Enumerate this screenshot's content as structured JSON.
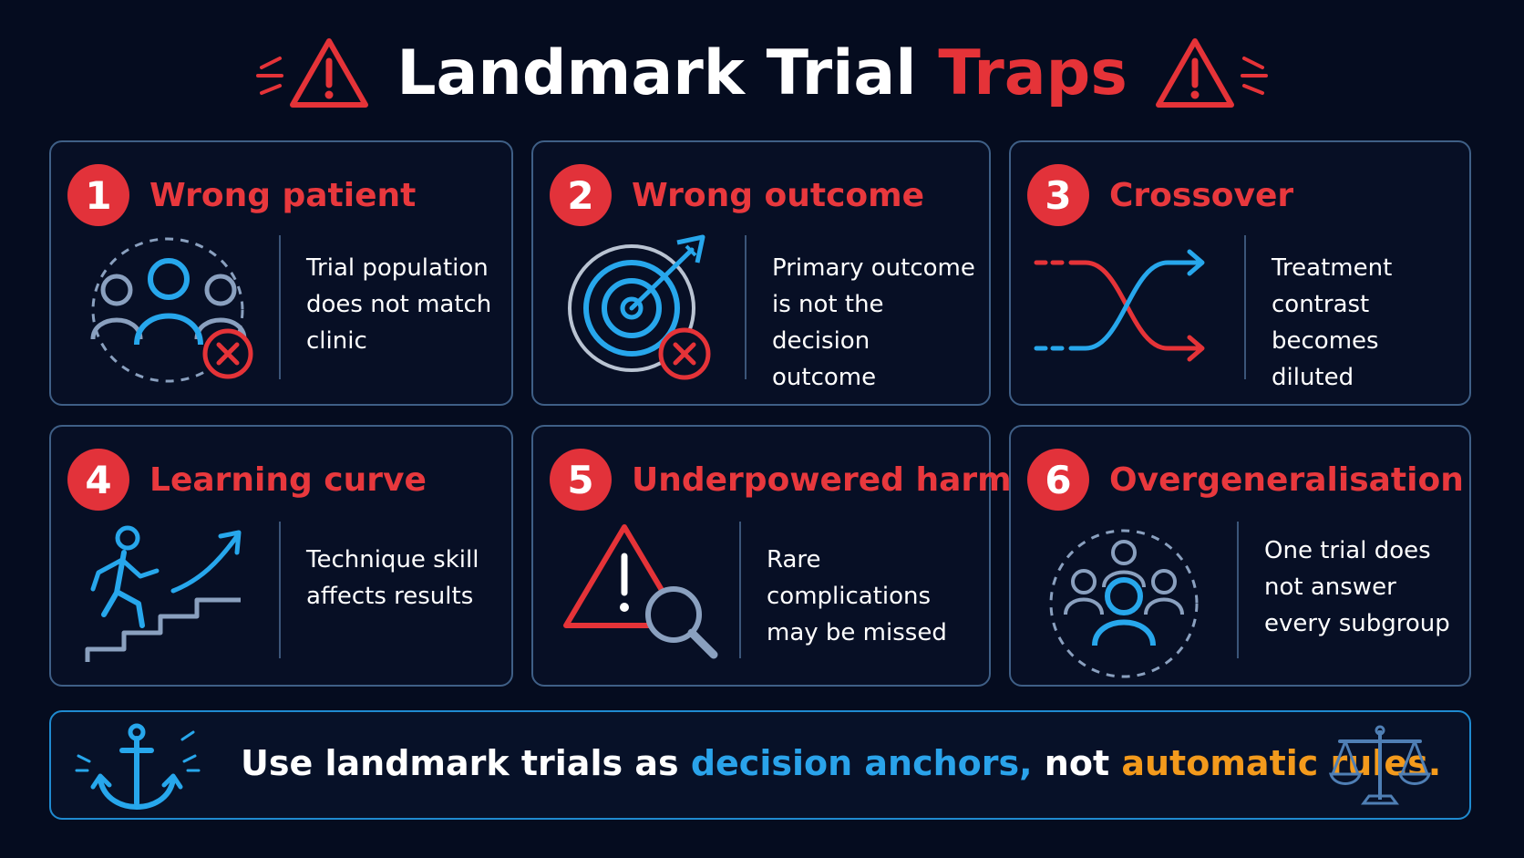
{
  "header": {
    "title_part1": "Landmark Trial",
    "title_part2": "Traps",
    "left_icon": "warning-triangle-icon",
    "right_icon": "warning-triangle-icon"
  },
  "cards": [
    {
      "number": "1",
      "title": "Wrong patient",
      "description": "Trial population does not match clinic",
      "icon": "population-mismatch-icon"
    },
    {
      "number": "2",
      "title": "Wrong outcome",
      "description": "Primary outcome is not the decision outcome",
      "icon": "target-miss-icon"
    },
    {
      "number": "3",
      "title": "Crossover",
      "description": "Treatment contrast becomes diluted",
      "icon": "crossover-arrows-icon"
    },
    {
      "number": "4",
      "title": "Learning curve",
      "description": "Technique skill affects results",
      "icon": "climbing-stairs-icon"
    },
    {
      "number": "5",
      "title": "Underpowered harms",
      "description": "Rare complications may be missed",
      "icon": "warning-magnifier-icon"
    },
    {
      "number": "6",
      "title": "Overgeneralisation",
      "description": "One trial does not answer every subgroup",
      "icon": "subgroup-circle-icon"
    }
  ],
  "footer": {
    "part1": "Use landmark trials as",
    "part2": "decision anchors,",
    "part3": "not",
    "part4": "automatic rules.",
    "left_icon": "anchor-icon",
    "right_icon": "scales-icon"
  },
  "colors": {
    "background": "#050c1f",
    "accent_red": "#e53338",
    "accent_blue": "#2aa3ea",
    "accent_orange": "#f39a1c",
    "card_border": "#3f5f86"
  }
}
